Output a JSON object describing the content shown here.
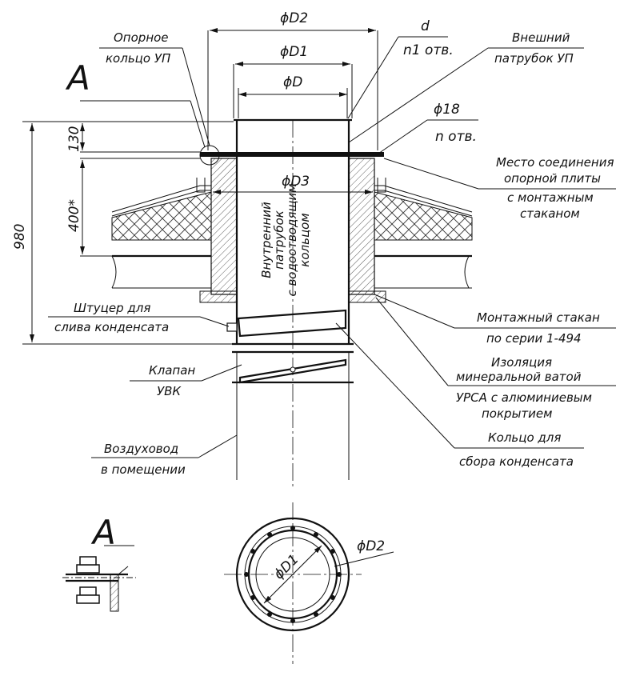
{
  "dimensions": {
    "D2": "ϕD2",
    "D1": "ϕD1",
    "D": "ϕD",
    "D3": "ϕD3",
    "d": "d",
    "n1_holes": "n1 отв.",
    "hole_dia": "ϕ18",
    "n_holes": "n отв.",
    "h130": "130",
    "h400": "400*",
    "h980": "980",
    "plan_D1": "ϕD1",
    "plan_D2": "ϕD2"
  },
  "labels": {
    "support_ring_1": "Опорное",
    "support_ring_2": "кольцо УП",
    "outer_pipe_1": "Внешний",
    "outer_pipe_2": "патрубок УП",
    "joint_1": "Место соединения",
    "joint_2": "опорной плиты",
    "joint_3": "с монтажным",
    "joint_4": "стаканом",
    "inner_pipe_1": "Внутренний",
    "inner_pipe_2": "патрубок",
    "inner_pipe_3": "с водоотводящим",
    "inner_pipe_4": "кольцом",
    "fitting_1": "Штуцер для",
    "fitting_2": "слива конденсата",
    "mount_1": "Монтажный стакан",
    "mount_2": "по серии 1-494",
    "insul_1": "Изоляция",
    "insul_2": "минеральной ватой",
    "insul_3": "УРСА с алюминиевым",
    "insul_4": "покрытием",
    "valve_1": "Клапан",
    "valve_2": "УВК",
    "ring_1": "Кольцо для",
    "ring_2": "сбора конденсата",
    "duct_1": "Воздуховод",
    "duct_2": "в помещении"
  },
  "views": {
    "detail_ref": "A",
    "detail_title": "A"
  }
}
